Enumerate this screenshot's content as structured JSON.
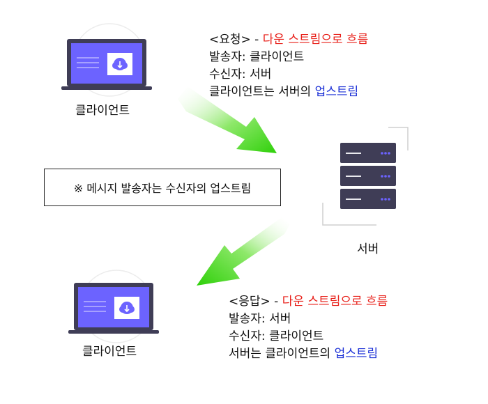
{
  "request": {
    "title": "<요청>",
    "dash": " - ",
    "flow": "다운 스트림으로 흐름",
    "sender": "발송자: 클라이언트",
    "receiver": "수신자: 서버",
    "relation_prefix": "클라이언트는 서버의 ",
    "relation_highlight": "업스트림"
  },
  "response": {
    "title": "<응답>",
    "dash": " - ",
    "flow": "다운 스트림으로 흐름",
    "sender": "발송자: 서버",
    "receiver": "수신자: 클라이언트",
    "relation_prefix": "서버는 클라이언트의 ",
    "relation_highlight": "업스트림"
  },
  "note": "※ 메시지 발송자는 수신자의 업스트림",
  "client_top_label": "클라이언트",
  "client_bottom_label": "클라이언트",
  "server_label": "서버",
  "colors": {
    "laptop_screen": "#6c63ff",
    "laptop_body": "#3f3d56",
    "server_body": "#3f3d56",
    "arrow_green": "#3fd41c",
    "highlight_red": "#e8201a",
    "highlight_blue": "#1a2fd6"
  }
}
